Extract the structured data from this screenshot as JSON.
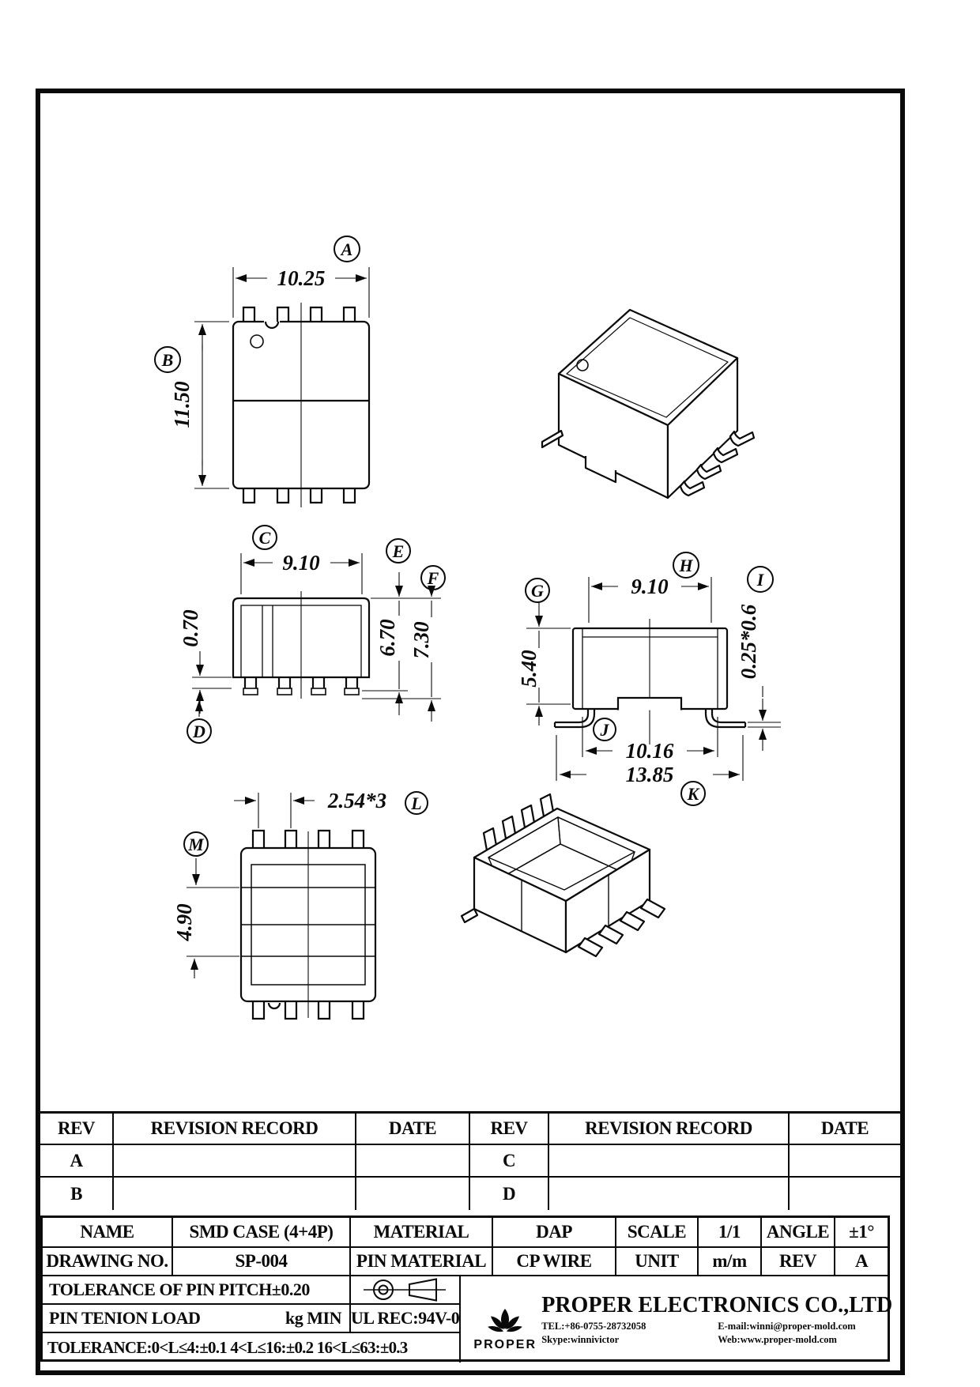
{
  "page": {
    "bg": "#ffffff",
    "line_color": "#0a0a0a"
  },
  "drawing": {
    "balloons": {
      "a": "A",
      "b": "B",
      "c": "C",
      "d": "D",
      "e": "E",
      "f": "F",
      "g": "G",
      "h": "H",
      "i": "I",
      "j": "J",
      "k": "K",
      "l": "L",
      "m": "M"
    },
    "dimensions": {
      "top_width": "10.25",
      "top_height": "11.50",
      "side_width": "9.10",
      "pin_standoff": "0.70",
      "case_height": "6.70",
      "overall_height": "7.30",
      "front_width": "9.10",
      "body_height": "5.40",
      "pin_cross_section": "0.25*0.6",
      "foot_pitch": "10.16",
      "foot_span": "13.85",
      "pin_pitch": "2.54*3",
      "window_height": "4.90"
    }
  },
  "revision_table": {
    "headers": [
      "REV",
      "REVISION RECORD",
      "DATE",
      "REV",
      "REVISION RECORD",
      "DATE"
    ],
    "rows": [
      {
        "left_rev": "A",
        "left_record": "",
        "left_date": "",
        "right_rev": "C",
        "right_record": "",
        "right_date": ""
      },
      {
        "left_rev": "B",
        "left_record": "",
        "left_date": "",
        "right_rev": "D",
        "right_record": "",
        "right_date": ""
      }
    ]
  },
  "title_block": {
    "name_label": "NAME",
    "name_value": "SMD CASE (4+4P)",
    "material_label": "MATERIAL",
    "material_value": "DAP",
    "scale_label": "SCALE",
    "scale_value": "1/1",
    "angle_label": "ANGLE",
    "angle_value": "±1°",
    "drawing_no_label": "DRAWING NO.",
    "drawing_no_value": "SP-004",
    "pin_material_label": "PIN MATERIAL",
    "pin_material_value": "CP WIRE",
    "unit_label": "UNIT",
    "unit_value": "m/m",
    "rev_label": "REV",
    "rev_value": "A",
    "pin_pitch_tolerance": "TOLERANCE OF PIN PITCH±0.20",
    "pin_tension_label": "PIN TENION LOAD",
    "pin_tension_value": "kg MIN",
    "ul_rec": "UL REC:94V-0",
    "tolerance_note": "TOLERANCE:0<L≤4:±0.1  4<L≤16:±0.2  16<L≤63:±0.3"
  },
  "company": {
    "logo_text": "PROPER",
    "name": "PROPER ELECTRONICS CO.,LTD",
    "tel": "TEL:+86-0755-28732058",
    "email": "E-mail:winni@proper-mold.com",
    "skype": "Skype:winnivictor",
    "web": "Web:www.proper-mold.com"
  }
}
